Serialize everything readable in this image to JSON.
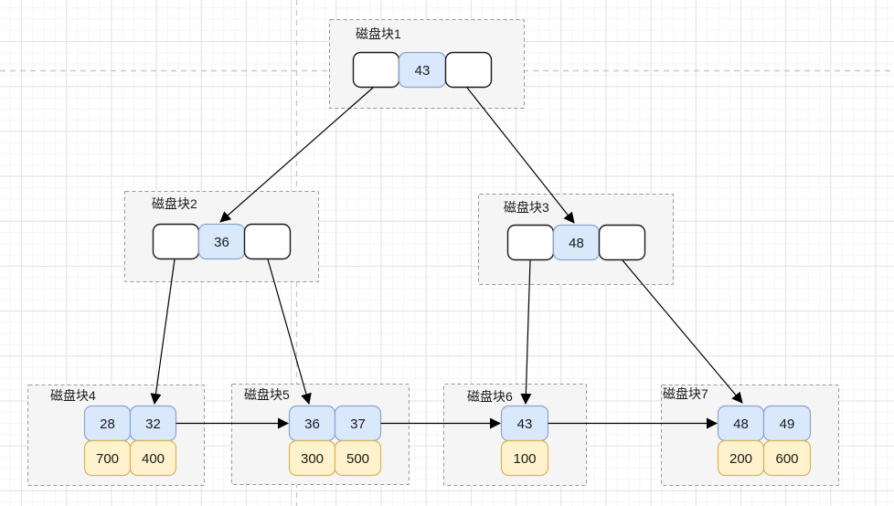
{
  "canvas": {
    "grid_major_color": "#e2e2e2",
    "grid_minor_color": "#f5f5f5",
    "guide_color": "#c9c9c9"
  },
  "colors": {
    "container_fill": "#f5f5f5",
    "container_border": "#999999",
    "pointer_cell_fill": "#ffffff",
    "pointer_cell_border": "#1a1a1a",
    "key_cell_fill": "#dae8fc",
    "key_cell_border": "#8da3cc",
    "value_cell_fill": "#fff2cc",
    "value_cell_border": "#d6b656",
    "arrow_color": "#000000"
  },
  "blocks": [
    {
      "label": "磁盘块1",
      "keys": [
        "43"
      ]
    },
    {
      "label": "磁盘块2",
      "keys": [
        "36"
      ]
    },
    {
      "label": "磁盘块3",
      "keys": [
        "48"
      ]
    },
    {
      "label": "磁盘块4",
      "keys": [
        "28",
        "32"
      ],
      "values": [
        "700",
        "400"
      ]
    },
    {
      "label": "磁盘块5",
      "keys": [
        "36",
        "37"
      ],
      "values": [
        "300",
        "500"
      ]
    },
    {
      "label": "磁盘块6",
      "keys": [
        "43"
      ],
      "values": [
        "100"
      ]
    },
    {
      "label": "磁盘块7",
      "keys": [
        "48",
        "49"
      ],
      "values": [
        "200",
        "600"
      ]
    }
  ],
  "edges": [
    {
      "from": "磁盘块1-左指针",
      "to": "磁盘块2",
      "type": "child-pointer"
    },
    {
      "from": "磁盘块1-右指针",
      "to": "磁盘块3",
      "type": "child-pointer"
    },
    {
      "from": "磁盘块2-左指针",
      "to": "磁盘块4",
      "type": "child-pointer"
    },
    {
      "from": "磁盘块2-右指针",
      "to": "磁盘块5",
      "type": "child-pointer"
    },
    {
      "from": "磁盘块3-左指针",
      "to": "磁盘块6",
      "type": "child-pointer"
    },
    {
      "from": "磁盘块3-右指针",
      "to": "磁盘块7",
      "type": "child-pointer"
    },
    {
      "from": "磁盘块4",
      "to": "磁盘块5",
      "type": "leaf-link"
    },
    {
      "from": "磁盘块5",
      "to": "磁盘块6",
      "type": "leaf-link"
    },
    {
      "from": "磁盘块6",
      "to": "磁盘块7",
      "type": "leaf-link"
    }
  ]
}
